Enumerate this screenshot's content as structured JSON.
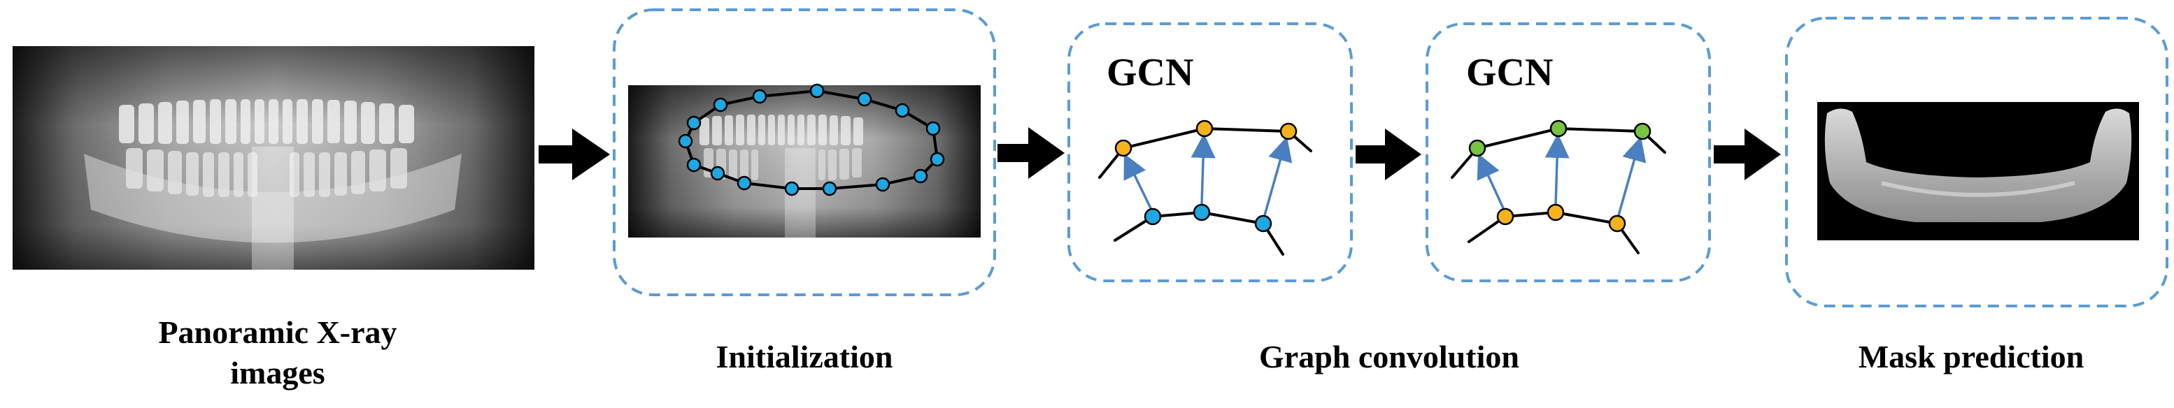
{
  "labels": {
    "panoramic_line1": "Panoramic X-ray",
    "panoramic_line2": "images",
    "initialization": "Initialization",
    "graph_convolution": "Graph convolution",
    "mask_prediction": "Mask prediction",
    "gcn_1": "GCN",
    "gcn_2": "GCN"
  },
  "colors": {
    "box_border": "#5b9bd5",
    "node_blue": "#1ea7e1",
    "node_orange": "#f5b31b",
    "node_green": "#78c342",
    "edge_arrow": "#4a7fc1",
    "arrow": "#000000"
  }
}
